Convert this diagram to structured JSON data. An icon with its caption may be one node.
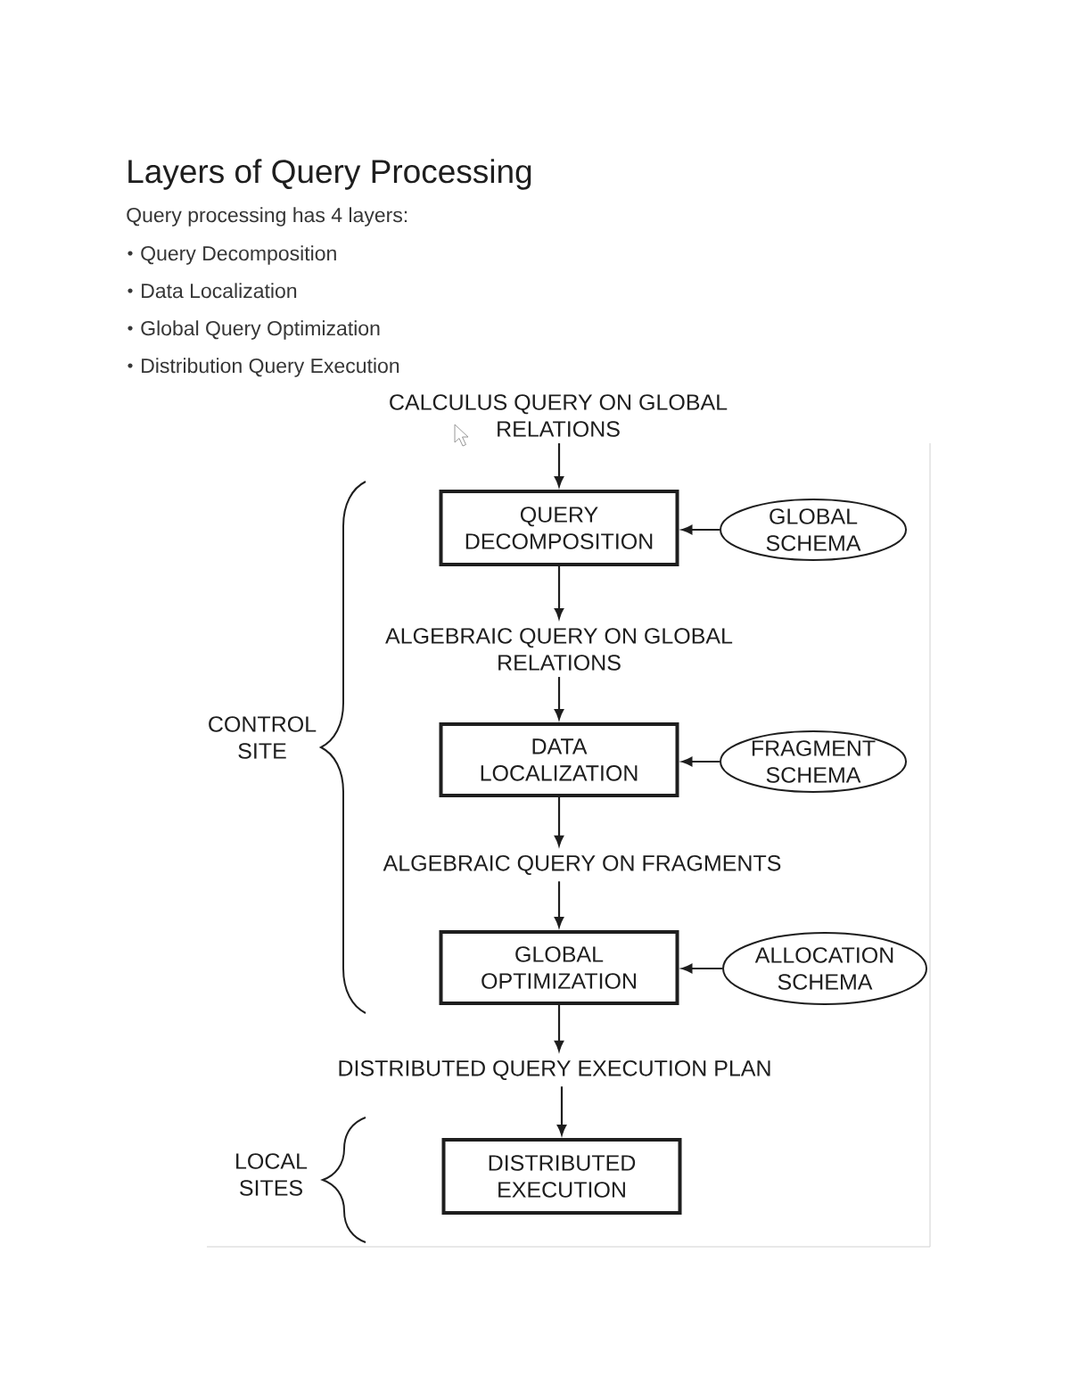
{
  "diagram": {
    "title": "Layers of Query Processing",
    "nodes": [
      {
        "text": [
          "CALCULUS QUERY ON GLOBAL RELATIONS"
        ]
      },
      {
        "text": [
          "QUERY DECOMPOSITION"
        ]
      },
      {
        "text": [
          "GLOBAL SCHEMA"
        ]
      },
      {
        "text": [
          "ALGEBRAIC QUERY ON GLOBAL RELATIONS"
        ]
      },
      {
        "text": [
          "DATA LOCALIZATION"
        ]
      },
      {
        "text": [
          "FRAGMENT SCHEMA"
        ]
      },
      {
        "text": [
          "ALGEBRAIC QUERY ON FRAGMENTS"
        ]
      },
      {
        "text": [
          "GLOBAL OPTIMIZATION"
        ]
      },
      {
        "text": [
          "ALLOCATION SCHEMA"
        ]
      },
      {
        "text": [
          "DISTRIBUTED QUERY EXECUTION PLAN"
        ]
      },
      {
        "text": [
          "DISTRIBUTED EXECUTION"
        ]
      }
    ],
    "edges": [
      {
        "from": 0,
        "to": 1,
        "arrow": "to"
      },
      {
        "from": 2,
        "to": 1,
        "arrow": "to"
      },
      {
        "from": 1,
        "to": 3,
        "arrow": "to"
      },
      {
        "from": 3,
        "to": 4,
        "arrow": "to"
      },
      {
        "from": 5,
        "to": 4,
        "arrow": "to"
      },
      {
        "from": 4,
        "to": 6,
        "arrow": "to"
      },
      {
        "from": 6,
        "to": 7,
        "arrow": "to"
      },
      {
        "from": 8,
        "to": 7,
        "arrow": "to"
      },
      {
        "from": 7,
        "to": 9,
        "arrow": "to"
      },
      {
        "from": 9,
        "to": 10,
        "arrow": "to"
      }
    ],
    "labels": [
      "Query processing has 4 layers:",
      "Query Decomposition",
      "Data Localization",
      "Global Query Optimization",
      "Distribution Query Execution",
      "CONTROL SITE",
      "LOCAL SITES"
    ]
  }
}
